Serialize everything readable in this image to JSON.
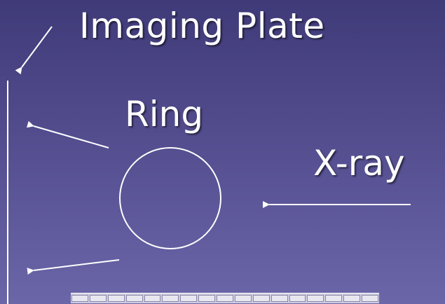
{
  "labels": {
    "imaging_plate": "Imaging Plate",
    "ring": "Ring",
    "xray": "X-ray"
  },
  "colors": {
    "background_top": "#3f3a78",
    "background_bottom": "#6a66a8",
    "foreground": "#ffffff"
  },
  "taskbar": {
    "item_count": 17
  }
}
